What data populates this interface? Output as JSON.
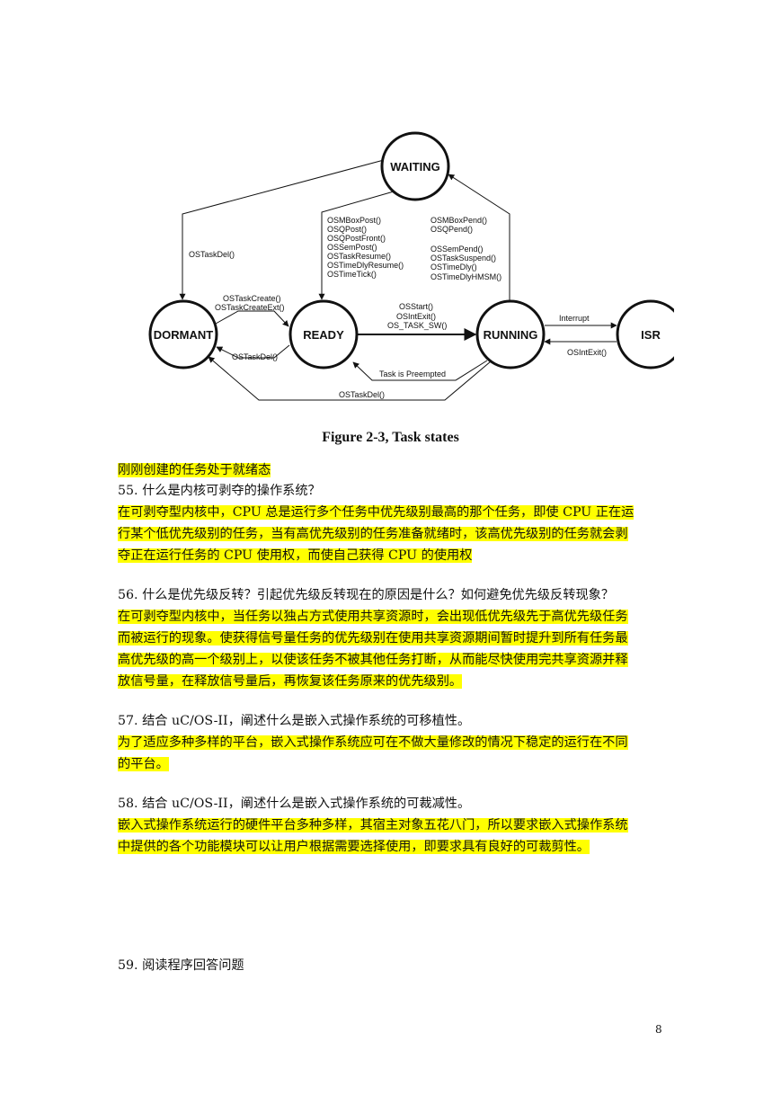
{
  "diagram": {
    "states": {
      "waiting": "WAITING",
      "dormant": "DORMANT",
      "ready": "READY",
      "running": "RUNNING",
      "isr": "ISR"
    },
    "labels": {
      "waiting_to_dormant": "OSTaskDel()",
      "waiting_to_ready": [
        "OSMBoxPost()",
        "OSQPost()",
        "OSQPostFront()",
        "OSSemPost()",
        "OSTaskResume()",
        "OSTimeDlyResume()",
        "OSTimeTick()"
      ],
      "running_to_waiting": [
        "OSMBoxPend()",
        "OSQPend()",
        "",
        "OSSemPend()",
        "OSTaskSuspend()",
        "OSTimeDly()",
        "OSTimeDlyHMSM()"
      ],
      "dormant_to_ready": [
        "OSTaskCreate()",
        "OSTaskCreateExt()"
      ],
      "ready_to_dormant": "OSTaskDel()",
      "ready_to_running": [
        "OSStart()",
        "OSIntExit()",
        "OS_TASK_SW()"
      ],
      "running_to_ready": "Task is Preempted",
      "running_to_dormant": "OSTaskDel()",
      "running_to_isr": "Interrupt",
      "isr_to_running": "OSIntExit()"
    }
  },
  "caption": "Figure  2-3, Task states",
  "lines": [
    {
      "text": "刚刚创建的任务处于就绪态",
      "highlight": true
    },
    {
      "text": "55. 什么是内核可剥夺的操作系统？",
      "highlight": false
    },
    {
      "text": "在可剥夺型内核中，CPU 总是运行多个任务中优先级别最高的那个任务，即使 CPU 正在运",
      "highlight": true
    },
    {
      "text": "行某个低优先级别的任务，当有高优先级别的任务准备就绪时，该高优先级别的任务就会剥",
      "highlight": true
    },
    {
      "text": "夺正在运行任务的 CPU 使用权，而使自己获得 CPU 的使用权",
      "highlight": true
    },
    {
      "text": "56. 什么是优先级反转？引起优先级反转现在的原因是什么？如何避免优先级反转现象？",
      "highlight": false
    },
    {
      "text": "在可剥夺型内核中，当任务以独占方式使用共享资源时，会出现低优先级先于高优先级任务",
      "highlight": true
    },
    {
      "text": "而被运行的现象。使获得信号量任务的优先级别在使用共享资源期间暂时提升到所有任务最",
      "highlight": true
    },
    {
      "text": "高优先级的高一个级别上，以使该任务不被其他任务打断，从而能尽快使用完共享资源并释",
      "highlight": true
    },
    {
      "text": "放信号量，在释放信号量后，再恢复该任务原来的优先级别。",
      "highlight": true
    },
    {
      "text": "57. 结合 uC/OS-II，阐述什么是嵌入式操作系统的可移植性。",
      "highlight": false
    },
    {
      "text": "为了适应多种多样的平台，嵌入式操作系统应可在不做大量修改的情况下稳定的运行在不同",
      "highlight": true
    },
    {
      "text": "的平台。",
      "highlight": true
    },
    {
      "text": "58. 结合 uC/OS-II，阐述什么是嵌入式操作系统的可裁减性。",
      "highlight": false
    },
    {
      "text": "嵌入式操作系统运行的硬件平台多种多样，其宿主对象五花八门，所以要求嵌入式操作系统",
      "highlight": true
    },
    {
      "text": "中提供的各个功能模块可以让用户根据需要选择使用，即要求具有良好的可裁剪性。",
      "highlight": true
    },
    {
      "text": "59. 阅读程序回答问题",
      "highlight": false
    }
  ],
  "page_number": "8"
}
